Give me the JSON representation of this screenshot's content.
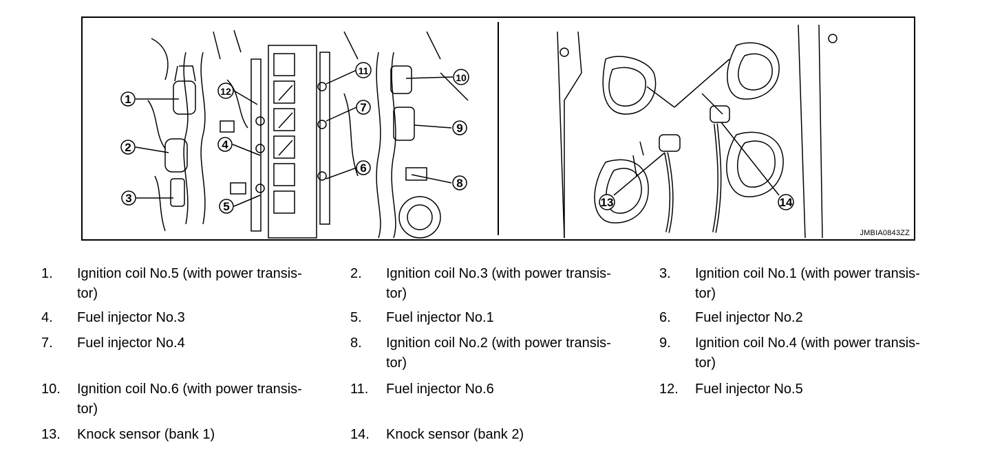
{
  "figure": {
    "code": "JMBIA0843ZZ",
    "callouts": [
      "1",
      "2",
      "3",
      "4",
      "5",
      "6",
      "7",
      "8",
      "9",
      "10",
      "11",
      "12",
      "13",
      "14"
    ]
  },
  "legend": [
    {
      "number": "1.",
      "text": "Ignition coil No.5 (with power transis-\ntor)"
    },
    {
      "number": "2.",
      "text": "Ignition coil No.3 (with power transis-\ntor)"
    },
    {
      "number": "3.",
      "text": "Ignition coil No.1 (with power transis-\ntor)"
    },
    {
      "number": "4.",
      "text": "Fuel injector No.3"
    },
    {
      "number": "5.",
      "text": "Fuel injector No.1"
    },
    {
      "number": "6.",
      "text": "Fuel injector No.2"
    },
    {
      "number": "7.",
      "text": "Fuel injector No.4"
    },
    {
      "number": "8.",
      "text": "Ignition coil No.2 (with power transis-\ntor)"
    },
    {
      "number": "9.",
      "text": "Ignition coil No.4 (with power transis-\ntor)"
    },
    {
      "number": "10.",
      "text": "Ignition coil No.6 (with power transis-\ntor)"
    },
    {
      "number": "11.",
      "text": "Fuel injector No.6"
    },
    {
      "number": "12.",
      "text": "Fuel injector No.5"
    },
    {
      "number": "13.",
      "text": "Knock sensor (bank 1)"
    },
    {
      "number": "14.",
      "text": "Knock sensor (bank 2)"
    }
  ]
}
